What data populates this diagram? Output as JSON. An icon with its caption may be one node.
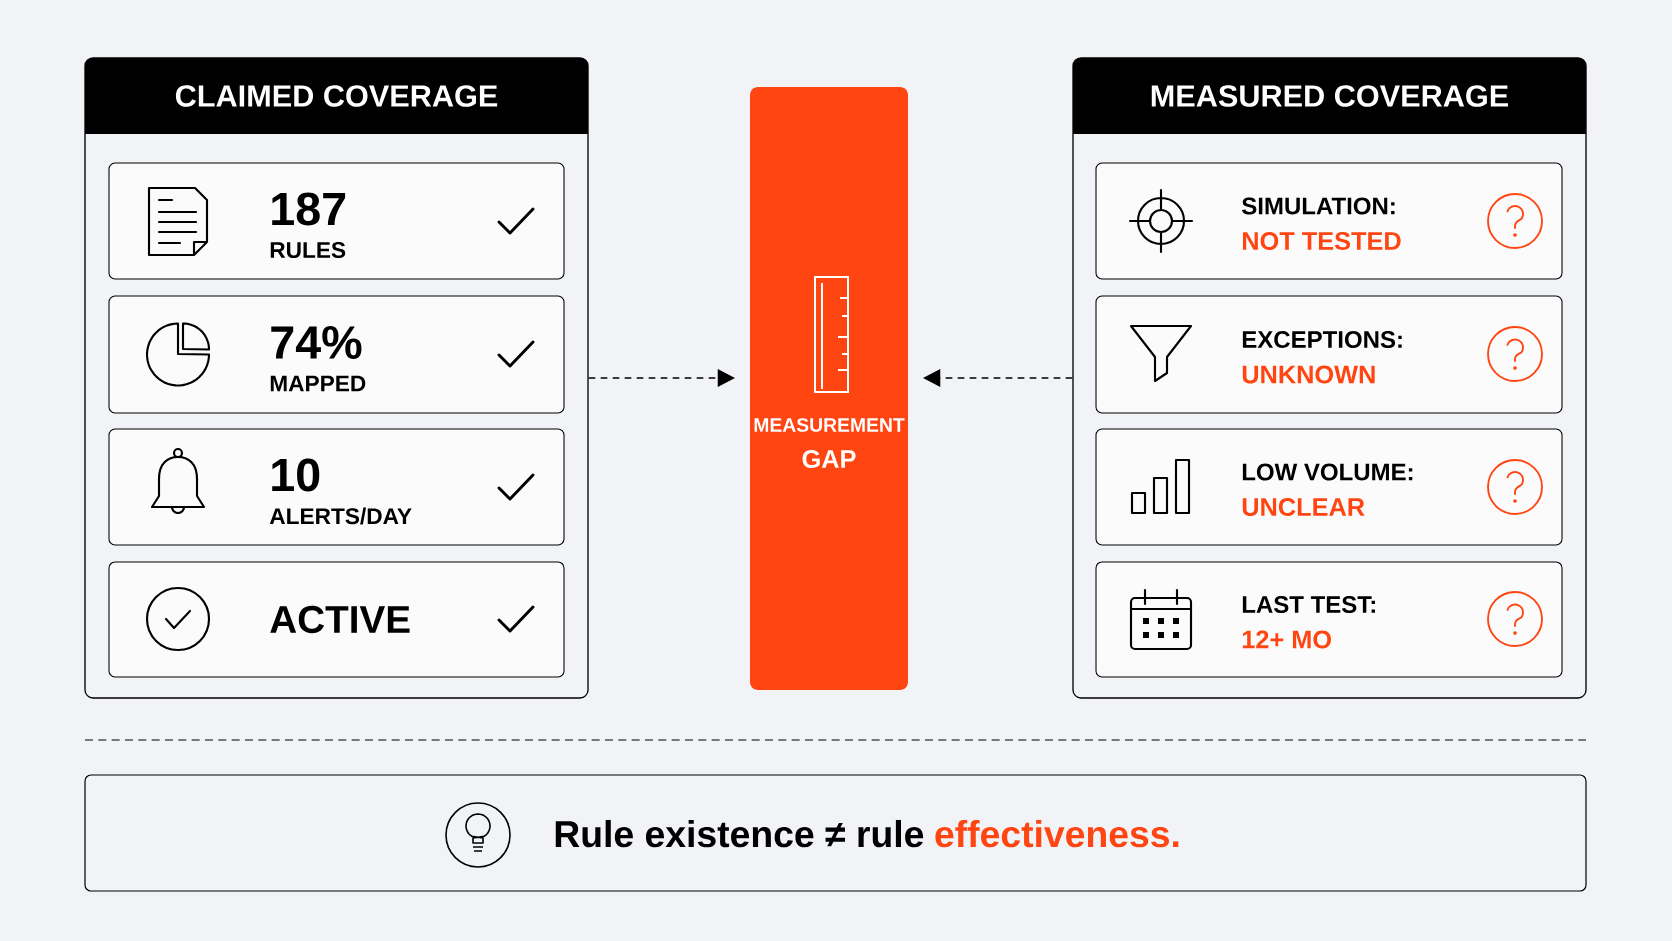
{
  "diagram": {
    "nodes": [
      {
        "text": [
          "CLAIMED COVERAGE"
        ]
      },
      {
        "text": [
          "187",
          "RULES"
        ],
        "in": 0
      },
      {
        "text": [
          "74%",
          "MAPPED"
        ],
        "in": 0
      },
      {
        "text": [
          "10",
          "ALERTS/DAY"
        ],
        "in": 0
      },
      {
        "text": [
          "ACTIVE"
        ],
        "in": 0
      },
      {
        "text": [
          "MEASUREMENT",
          "GAP"
        ]
      },
      {
        "text": [
          "MEASURED COVERAGE"
        ]
      },
      {
        "text": [
          "SIMULATION:",
          "NOT TESTED"
        ],
        "in": 6
      },
      {
        "text": [
          "EXCEPTIONS:",
          "UNKNOWN"
        ],
        "in": 6
      },
      {
        "text": [
          "LOW VOLUME:",
          "UNCLEAR"
        ],
        "in": 6
      },
      {
        "text": [
          "LAST TEST:",
          "12+ MO"
        ],
        "in": 6
      },
      {
        "text": [
          "Rule existence ≠ rule",
          "effectiveness."
        ]
      }
    ],
    "edges": [
      {
        "from": 0,
        "to": 5,
        "arrow": "to",
        "style": "dashed"
      },
      {
        "from": 6,
        "to": 5,
        "arrow": "to",
        "style": "dashed"
      }
    ]
  }
}
